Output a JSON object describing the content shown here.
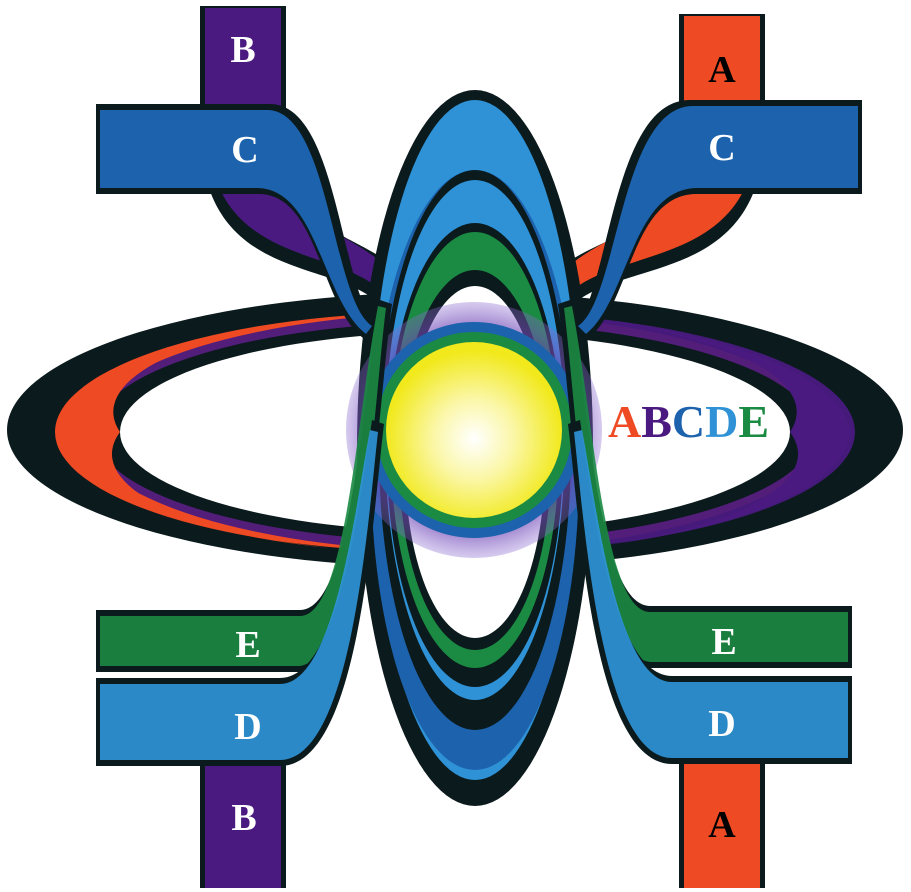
{
  "colors": {
    "A": "#ee4a23",
    "B": "#4a1a80",
    "C": "#1d62ad",
    "D": "#2f92d6",
    "E": "#1b8a43",
    "outline": "#0b1a1c",
    "core": "#f4ee26",
    "halo": "#6a3fb0"
  },
  "strands": [
    {
      "id": "A",
      "label": "A"
    },
    {
      "id": "B",
      "label": "B"
    },
    {
      "id": "C",
      "label": "C"
    },
    {
      "id": "D",
      "label": "D"
    },
    {
      "id": "E",
      "label": "E"
    }
  ],
  "labels": {
    "A_top": "A",
    "A_bottom": "A",
    "B_top": "B",
    "B_bottom": "B",
    "C_left": "C",
    "C_right": "C",
    "D_left": "D",
    "D_right": "D",
    "E_left": "E",
    "E_right": "E"
  },
  "legend": [
    {
      "letter": "A",
      "color": "#ee4a23"
    },
    {
      "letter": "B",
      "color": "#4a1a80"
    },
    {
      "letter": "C",
      "color": "#1d62ad"
    },
    {
      "letter": "D",
      "color": "#2f92d6"
    },
    {
      "letter": "E",
      "color": "#1b8a43"
    }
  ]
}
